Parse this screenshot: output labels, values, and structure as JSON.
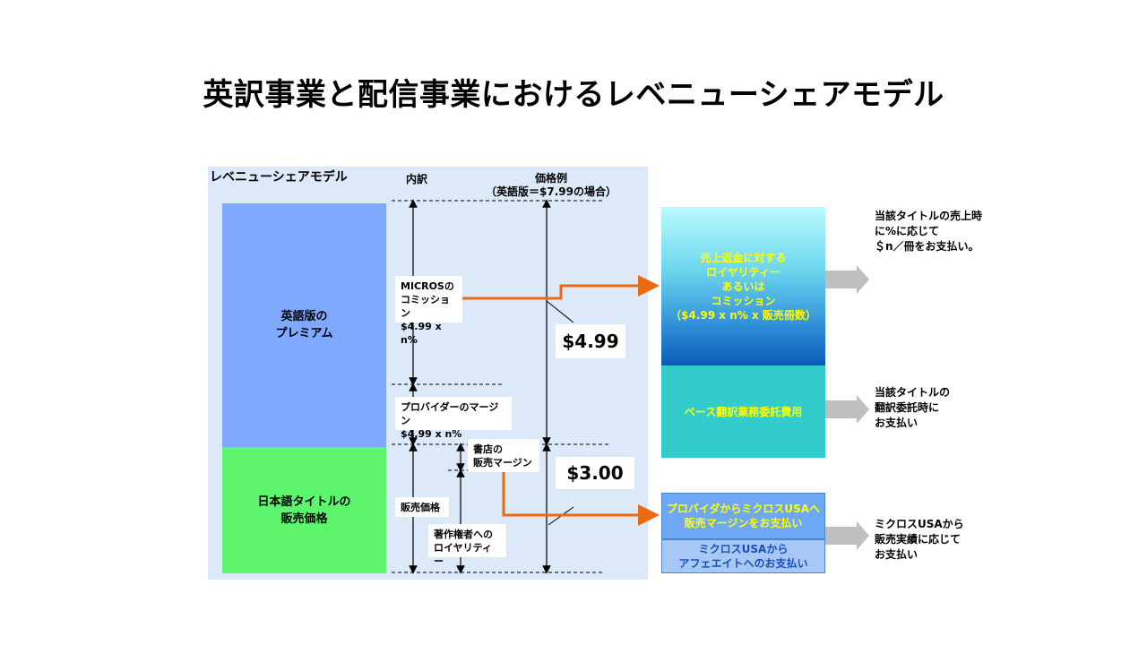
{
  "title": "英訳事業と配信事業におけるレベニューシェアモデル",
  "panel": {
    "label": "レベニューシェアモデル",
    "breakdown_header": "内訳",
    "price_header": "価格例\n（英語版＝$7.99の場合）"
  },
  "bars": {
    "premium": "英語版の\nプレミアム",
    "japanese_price": "日本語タイトルの\n販売価格"
  },
  "labels": {
    "micros_commission": "MICROSの\nコミッション\n$4.99 x n%",
    "provider_margin": "プロバイダーのマージン\n$4.99 x n%",
    "store_margin": "書店の\n販売マージン",
    "sale_price": "販売価格",
    "author_royalty": "著作権者への\nロイヤリティー"
  },
  "prices": {
    "premium": "$4.99",
    "base": "$3.00"
  },
  "right_boxes": {
    "royalty": "売上返金に対する\nロイヤリティー\nあるいは\nコミッション\n（$4.99 x n% x 販売冊数）",
    "base_fee": "ベース翻訳業務委託費用",
    "provider_to_usa": "プロバイダからミクロスUSAへ\n販売マージンをお支払い",
    "usa_to_affiliate": "ミクロスUSAから\nアフェエイトへのお支払い"
  },
  "notes": {
    "note1": "当該タイトルの売上時\nに%に応じて\n＄n／冊をお支払い。",
    "note2": "当該タイトルの\n翻訳委託時に\nお支払い",
    "note3": "ミクロスUSAから\n販売実績に応じて\nお支払い"
  },
  "colors": {
    "panel_bg": "#dbe9f8",
    "premium_bar": "#7fa8ff",
    "japanese_bar": "#5ef56e",
    "orange_line": "#e96a13",
    "teal_box": "#33cccc",
    "yellow_text": "#ffff00",
    "gray_arrow": "#bfbfbf"
  },
  "icons": [
    "gray-right-arrow-icon",
    "double-headed-arrow-icon"
  ]
}
